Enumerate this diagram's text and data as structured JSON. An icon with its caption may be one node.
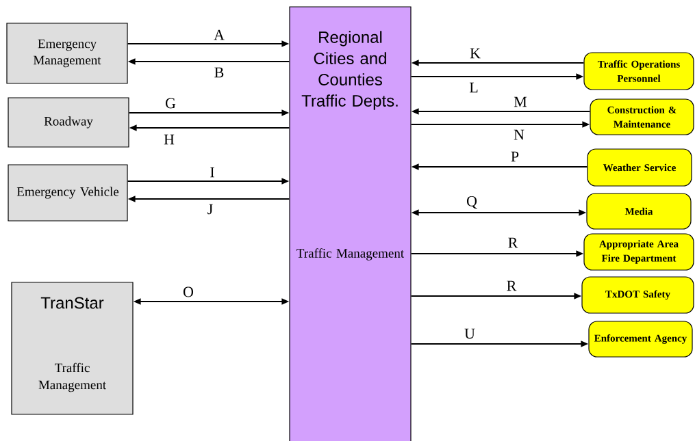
{
  "diagram": {
    "nodes": [
      {
        "text": [
          "Regional Cities and Counties Traffic Depts.",
          "Traffic Management"
        ]
      },
      {
        "text": [
          "Emergency Management"
        ]
      },
      {
        "text": [
          "Roadway"
        ]
      },
      {
        "text": [
          "Emergency Vehicle"
        ]
      },
      {
        "text": [
          "TranStar",
          "Traffic Management"
        ]
      },
      {
        "text": [
          "Traffic Operations Personnel"
        ]
      },
      {
        "text": [
          "Construction & Maintenance"
        ]
      },
      {
        "text": [
          "Weather Service"
        ]
      },
      {
        "text": [
          "Media"
        ]
      },
      {
        "text": [
          "Appropriate Area Fire Department"
        ]
      },
      {
        "text": [
          "TxDOT Safety"
        ]
      },
      {
        "text": [
          "Enforcement Agency"
        ]
      }
    ],
    "edges": [
      {
        "from": 1,
        "to": 0,
        "arrow": "to",
        "label": "A"
      },
      {
        "from": 0,
        "to": 1,
        "arrow": "to",
        "label": "B"
      },
      {
        "from": 2,
        "to": 0,
        "arrow": "to",
        "label": "G"
      },
      {
        "from": 0,
        "to": 2,
        "arrow": "to",
        "label": "H"
      },
      {
        "from": 3,
        "to": 0,
        "arrow": "to",
        "label": "I"
      },
      {
        "from": 0,
        "to": 3,
        "arrow": "to",
        "label": "J"
      },
      {
        "from": 4,
        "to": 0,
        "arrow": "both",
        "label": "O"
      },
      {
        "from": 5,
        "to": 0,
        "arrow": "to",
        "label": "K"
      },
      {
        "from": 0,
        "to": 5,
        "arrow": "to",
        "label": "L"
      },
      {
        "from": 6,
        "to": 0,
        "arrow": "to",
        "label": "M"
      },
      {
        "from": 0,
        "to": 6,
        "arrow": "to",
        "label": "N"
      },
      {
        "from": 7,
        "to": 0,
        "arrow": "to",
        "label": "P"
      },
      {
        "from": 0,
        "to": 8,
        "arrow": "both",
        "label": "Q"
      },
      {
        "from": 0,
        "to": 9,
        "arrow": "to",
        "label": "R"
      },
      {
        "from": 0,
        "to": 10,
        "arrow": "to",
        "label": "R"
      },
      {
        "from": 0,
        "to": 11,
        "arrow": "to",
        "label": "U"
      }
    ]
  }
}
